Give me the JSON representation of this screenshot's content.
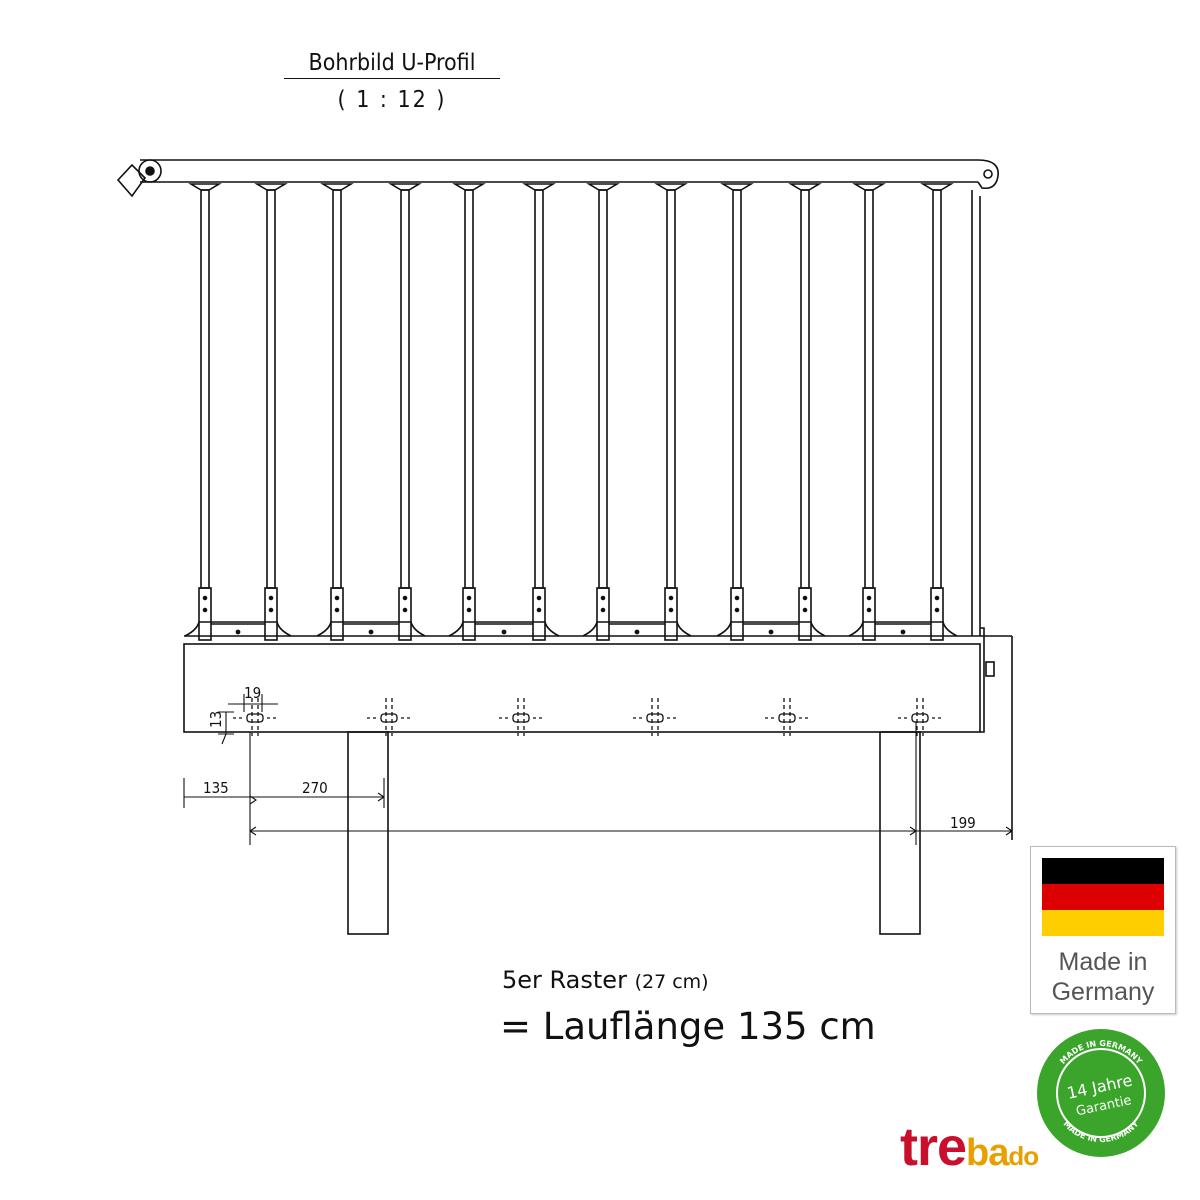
{
  "title": {
    "main": "Bohrbild U-Profil",
    "scale": "( 1 : 12 )"
  },
  "dimensions": {
    "hole_width": "19",
    "hole_height": "13",
    "edge_offset": "135",
    "grid": "270",
    "end_offset": "199"
  },
  "info": {
    "raster": "5er Raster",
    "raster_sub": "(27 cm)",
    "laufl": "= Lauflänge 135 cm"
  },
  "badge": {
    "line1": "Made in",
    "line2": "Germany",
    "flag_colors": [
      "#000000",
      "#dd0000",
      "#ffce00"
    ]
  },
  "seal": {
    "top_text": "MADE IN GERMANY",
    "bottom_text": "MADE IN GERMANY",
    "years": "14 Jahre",
    "guarantee": "Garantie",
    "color": "#3aa52a"
  },
  "logo": {
    "part1": "tre",
    "part2": "ba",
    "part3": "do"
  }
}
